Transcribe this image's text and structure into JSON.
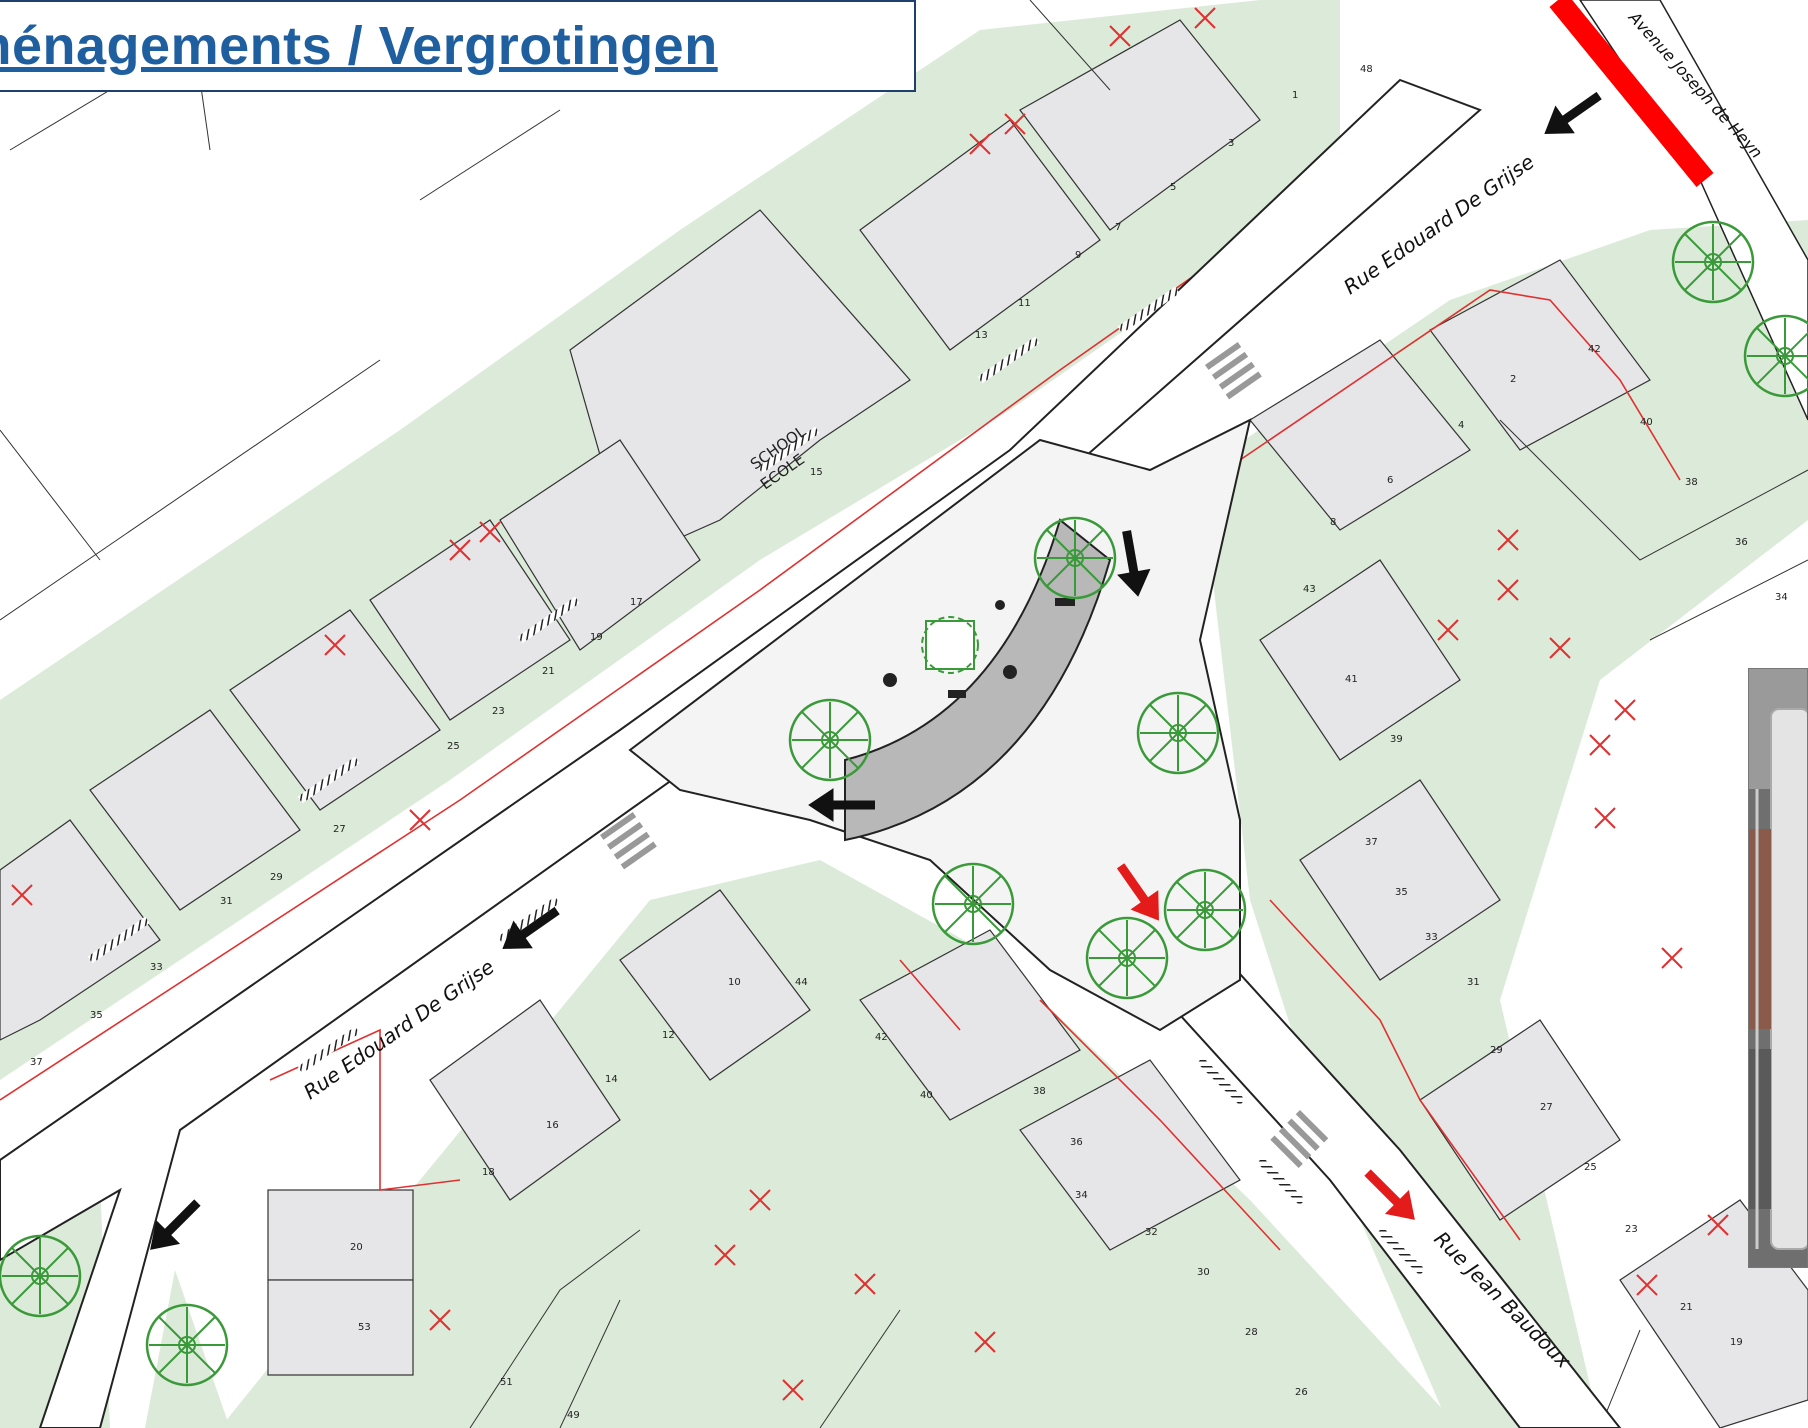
{
  "title": "Aménagements / Vergrotingen",
  "streets": {
    "grijse_north": "Rue Edouard De Grijse",
    "grijse_south": "Rue Edouard De Grijse",
    "jean_baudoux": "Rue Jean Baudoux",
    "joseph_de_heyn": "Avenue Joseph de Heyn"
  },
  "school_label": [
    "SCHOOL",
    "ECOLE"
  ],
  "numbers": {
    "n48": "48",
    "n1": "1",
    "n3": "3",
    "n5": "5",
    "n7": "7",
    "n9": "9",
    "n11": "11",
    "n13": "13",
    "n15": "15",
    "n17": "17",
    "n19": "19",
    "n21": "21",
    "n23": "23",
    "n25": "25",
    "n27": "27",
    "n29": "29",
    "n31": "31",
    "n33": "33",
    "n35": "35",
    "n37": "37",
    "s10": "10",
    "s12": "12",
    "s14": "14",
    "s16": "16",
    "s18": "18",
    "s20": "20",
    "s53": "53",
    "s51": "51",
    "s49": "49",
    "s44": "44",
    "s42": "42",
    "s40": "40",
    "s38": "38",
    "s36": "36",
    "s34": "34",
    "s32": "32",
    "s30": "30",
    "s28": "28",
    "s26": "26",
    "e2": "2",
    "e4": "4",
    "e6": "6",
    "e8": "8",
    "e42": "42",
    "e40": "40",
    "e38": "38",
    "e36": "36",
    "e34": "34",
    "e43": "43",
    "e41": "41",
    "e39": "39",
    "e37": "37",
    "e35": "35",
    "e33": "33",
    "e31": "31",
    "e29": "29",
    "e27": "27",
    "e25": "25",
    "e23": "23",
    "e21": "21",
    "e19": "19"
  },
  "colors": {
    "garden": "#dcebd9",
    "building": "#e6e6e8",
    "boundary_red": "#e03030",
    "tree_green": "#3a9a3a",
    "title_blue": "#1f5f9f",
    "arrow_red": "#e31b1b",
    "arrow_black": "#111111",
    "closure_red": "#ff0000"
  },
  "icons": {
    "traffic_arrow": "arrow-icon",
    "tree": "tree-icon",
    "crossing": "zebra-crossing-icon",
    "demolition_cross": "cross-icon"
  }
}
